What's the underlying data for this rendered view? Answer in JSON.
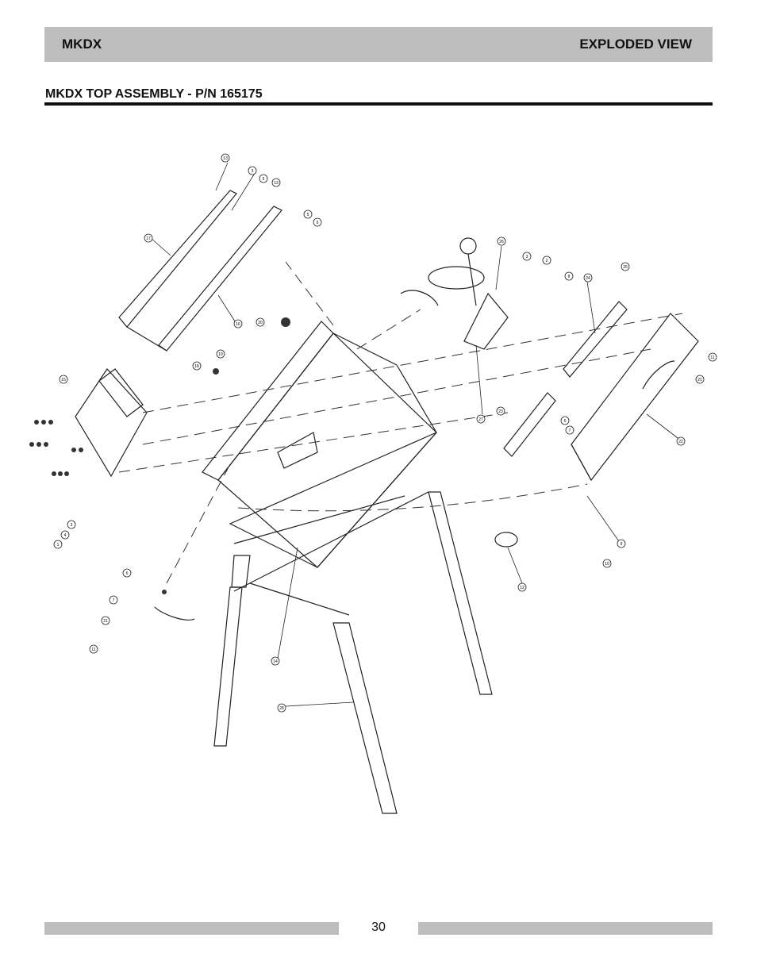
{
  "header": {
    "left": "MKDX",
    "right": "EXPLODED VIEW"
  },
  "section": {
    "title": "MKDX TOP ASSEMBLY - P/N 165175"
  },
  "callouts": [
    "13",
    "3",
    "5",
    "13",
    "17",
    "5",
    "6",
    "16",
    "20",
    "26",
    "3",
    "2",
    "8",
    "24",
    "25",
    "19",
    "18",
    "15",
    "11",
    "21",
    "27",
    "23",
    "6",
    "7",
    "22",
    "4",
    "1",
    "3",
    "6",
    "7",
    "21",
    "11",
    "14",
    "12",
    "9",
    "10",
    "28"
  ],
  "footer": {
    "page_number": "30"
  }
}
